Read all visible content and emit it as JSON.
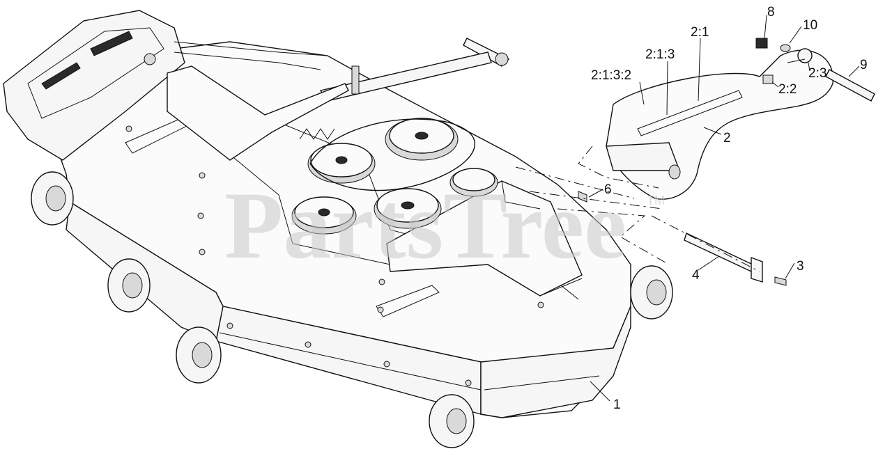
{
  "diagram": {
    "watermark": "PartsTree",
    "watermark_tm": "TM",
    "callouts": [
      "1",
      "2",
      "2:1",
      "2:1:3",
      "2:1:3:2",
      "2:2",
      "2:3",
      "3",
      "4",
      "6",
      "8",
      "9",
      "10"
    ]
  }
}
